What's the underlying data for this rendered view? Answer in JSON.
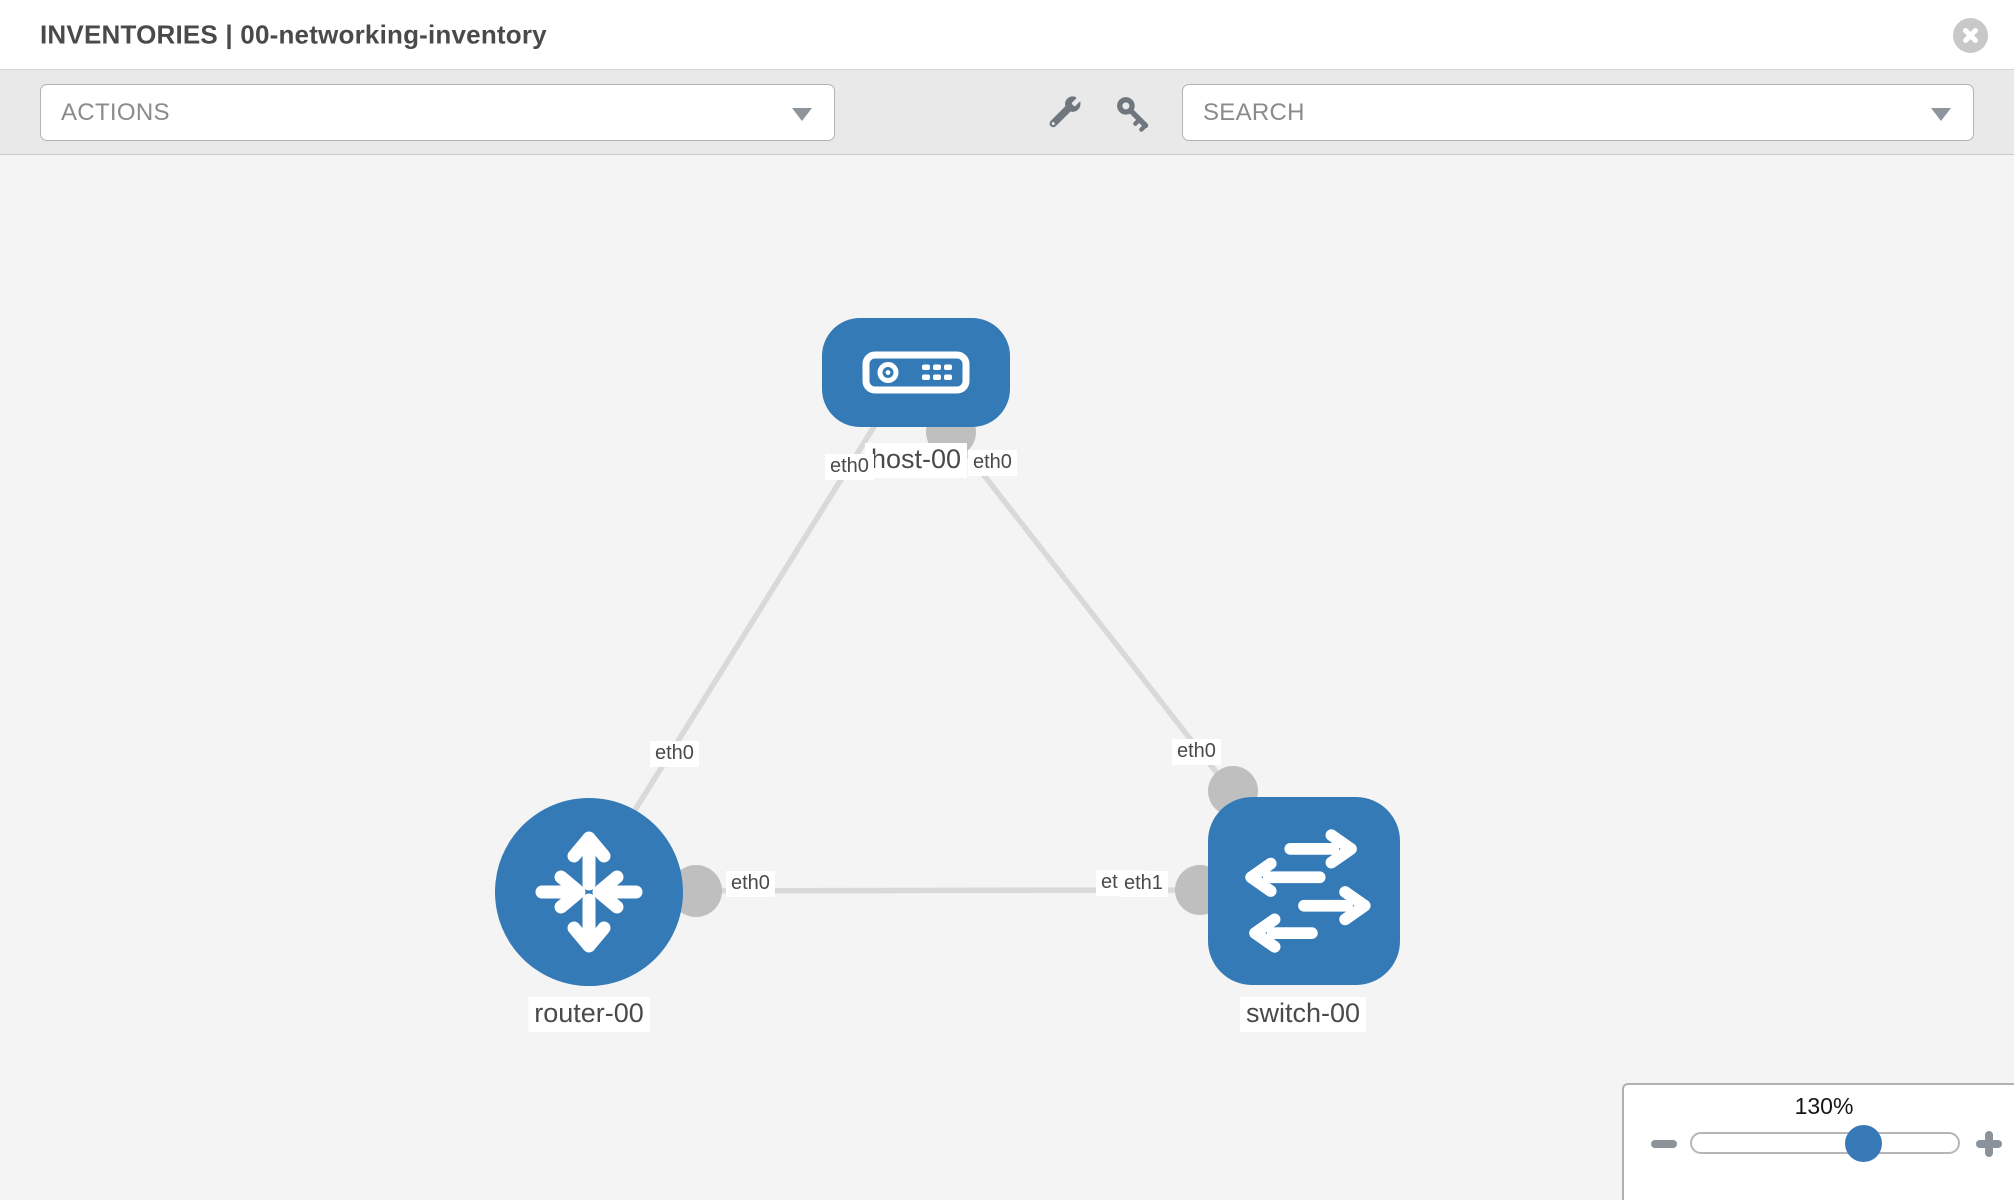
{
  "header": {
    "title": "INVENTORIES | 00-networking-inventory",
    "close_icon": "circled-x"
  },
  "toolbar": {
    "actions_dropdown": {
      "label": "ACTIONS",
      "caret_icon": "chevron-down"
    },
    "search_dropdown": {
      "label": "SEARCH",
      "caret_icon": "chevron-down"
    },
    "icons": [
      "wrench",
      "key"
    ]
  },
  "topology": {
    "nodes": [
      {
        "id": "host-00",
        "type": "host",
        "label": "host-00",
        "icon": "server-icon"
      },
      {
        "id": "router-00",
        "type": "router",
        "label": "router-00",
        "icon": "router-arrows-icon"
      },
      {
        "id": "switch-00",
        "type": "switch",
        "label": "switch-00",
        "icon": "switch-arrows-icon"
      }
    ],
    "links": [
      {
        "from": "host-00",
        "to": "router-00",
        "label_at_from": "eth0",
        "label_at_to": "eth0"
      },
      {
        "from": "host-00",
        "to": "switch-00",
        "label_at_from": "eth0",
        "label_at_to": "eth0"
      },
      {
        "from": "router-00",
        "to": "switch-00",
        "label_at_from": "eth0",
        "label_at_to_back": "eth0",
        "label_at_to_front": "eth1"
      }
    ]
  },
  "zoom_control": {
    "value": "130%",
    "minus_icon": "zoom-out-minus",
    "plus_icon": "zoom-in-plus"
  },
  "colors": {
    "node_blue": "#337ab7",
    "link_gray": "#d9d9d9",
    "connector_gray": "#bfbfbf",
    "canvas_bg": "#f4f4f4",
    "toolbar_bg": "#e9e9e9",
    "label_text": "#4a4a4a"
  }
}
